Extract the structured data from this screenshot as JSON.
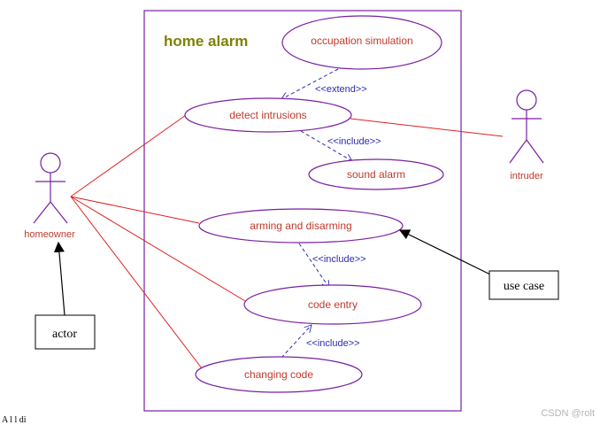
{
  "system": {
    "title": "home alarm"
  },
  "use_cases": {
    "occupation": "occupation simulation",
    "detect": "detect intrusions",
    "sound": "sound alarm",
    "arming": "arming and disarming",
    "code": "code entry",
    "changing": "changing code"
  },
  "relations": {
    "extend": "<<extend>>",
    "include1": "<<include>>",
    "include2": "<<include>>",
    "include3": "<<include>>"
  },
  "actors": {
    "homeowner": "homeowner",
    "intruder": "intruder"
  },
  "notes": {
    "use_case": "use case",
    "actor": "actor"
  },
  "footer": {
    "caption_fragment": "A  l    l    di",
    "watermark": "CSDN @rolt"
  },
  "colors": {
    "boundary": "#7a1fa2",
    "ellipse": "#7a1fa2",
    "association": "#e02020",
    "dependency": "#2b2bb0",
    "usecase_text": "#c0392b",
    "title": "#808000"
  }
}
